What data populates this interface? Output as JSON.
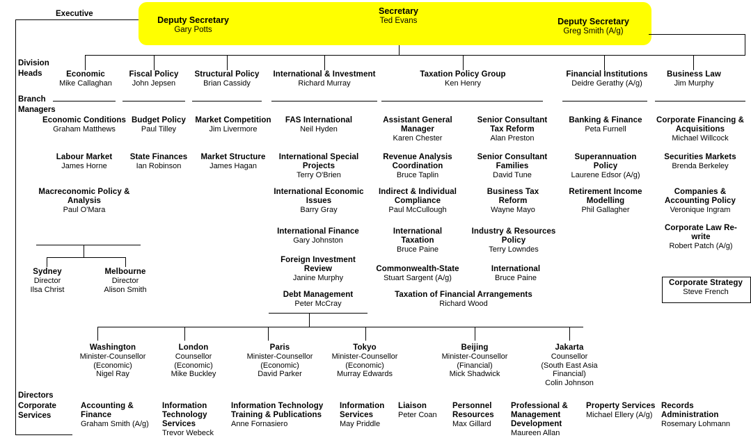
{
  "page": {
    "title": "Department Organisational Chart",
    "accent_color": "#ffff00",
    "line_color": "#000000"
  },
  "rails": {
    "executive": "Executive",
    "division_heads_l1": "Division",
    "division_heads_l2": "Heads",
    "branch_managers_l1": "Branch",
    "branch_managers_l2": "Managers",
    "directors_l1": "Directors",
    "directors_l2": "Corporate",
    "directors_l3": "Services"
  },
  "executive": [
    {
      "title": "Deputy Secretary",
      "name": "Gary Potts"
    },
    {
      "title": "Secretary",
      "name": "Ted Evans"
    },
    {
      "title": "Deputy Secretary",
      "name": "Greg Smith (A/g)"
    }
  ],
  "divisions": [
    {
      "title": "Economic",
      "name": "Mike Callaghan"
    },
    {
      "title": "Fiscal Policy",
      "name": "John Jepsen"
    },
    {
      "title": "Structural Policy",
      "name": "Brian Cassidy"
    },
    {
      "title": "International & Investment",
      "name": "Richard Murray"
    },
    {
      "title": "Taxation Policy Group",
      "name": "Ken Henry"
    },
    {
      "title": "Financial Institutions",
      "name": "Deidre Gerathy (A/g)"
    },
    {
      "title": "Business Law",
      "name": "Jim Murphy"
    }
  ],
  "branches": {
    "economic": [
      {
        "title": "Economic Conditions",
        "name": "Graham Matthews"
      },
      {
        "title": "Labour Market",
        "name": "James Horne"
      },
      {
        "title": "Macreconomic Policy & Analysis",
        "name": "Paul O'Mara"
      }
    ],
    "fiscal_policy": [
      {
        "title": "Budget Policy",
        "name": "Paul Tilley"
      },
      {
        "title": "State Finances",
        "name": "Ian Robinson"
      }
    ],
    "structural_policy": [
      {
        "title": "Market Competition",
        "name": "Jim Livermore"
      },
      {
        "title": "Market Structure",
        "name": "James Hagan"
      }
    ],
    "international_investment": [
      {
        "title": "FAS International",
        "name": "Neil Hyden"
      },
      {
        "title": "International Special Projects",
        "name": "Terry O'Brien"
      },
      {
        "title": "International Economic Issues",
        "name": "Barry Gray"
      },
      {
        "title": "International Finance",
        "name": "Gary Johnston"
      },
      {
        "title": "Foreign Investment Review",
        "name": "Janine Murphy"
      },
      {
        "title": "Debt Management",
        "name": "Peter McCray"
      }
    ],
    "taxation_left": [
      {
        "title": "Assistant General Manager",
        "name": "Karen Chester"
      },
      {
        "title": "Revenue Analysis Coordination",
        "name": "Bruce Taplin"
      },
      {
        "title": "Indirect & Individual Compliance",
        "name": "Paul McCullough"
      },
      {
        "title": "International Taxation",
        "name": "Bruce Paine"
      },
      {
        "title": "Commonwealth-State",
        "name": "Stuart Sargent (A/g)"
      }
    ],
    "taxation_right": [
      {
        "title": "Senior Consultant Tax Reform",
        "name": "Alan Preston"
      },
      {
        "title": "Senior Consultant Families",
        "name": "David Tune"
      },
      {
        "title": "Business Tax Reform",
        "name": "Wayne Mayo"
      },
      {
        "title": "Industry & Resources Policy",
        "name": "Terry Lowndes"
      },
      {
        "title": "International",
        "name": "Bruce Paine"
      }
    ],
    "taxation_wide": [
      {
        "title": "Taxation of Financial Arrangements",
        "name": "Richard Wood"
      }
    ],
    "financial_institutions": [
      {
        "title": "Banking & Finance",
        "name": "Peta Furnell"
      },
      {
        "title": "Superannuation Policy",
        "name": "Laurene Edsor (A/g)"
      },
      {
        "title": "Retirement Income Modelling",
        "name": "Phil Gallagher"
      }
    ],
    "business_law": [
      {
        "title": "Corporate Financing & Acquisitions",
        "name": "Michael Willcock"
      },
      {
        "title": "Securities Markets",
        "name": "Brenda Berkeley"
      },
      {
        "title": "Companies & Accounting Policy",
        "name": "Veronique Ingram"
      },
      {
        "title": "Corporate Law Re-write",
        "name": "Robert Patch (A/g)"
      }
    ]
  },
  "strategy_box": {
    "title": "Corporate Strategy",
    "name": "Steve French"
  },
  "state_offices": [
    {
      "title": "Sydney",
      "role": "Director",
      "name": "Ilsa Christ"
    },
    {
      "title": "Melbourne",
      "role": "Director",
      "name": "Alison Smith"
    }
  ],
  "overseas_posts": [
    {
      "title": "Washington",
      "role": "Minister-Counsellor",
      "scope": "(Economic)",
      "name": "Nigel Ray"
    },
    {
      "title": "London",
      "role": "Counsellor",
      "scope": "(Economic)",
      "name": "Mike Buckley"
    },
    {
      "title": "Paris",
      "role": "Minister-Counsellor",
      "scope": "(Economic)",
      "name": "David Parker"
    },
    {
      "title": "Tokyo",
      "role": "Minister-Counsellor",
      "scope": "(Economic)",
      "name": "Murray Edwards"
    },
    {
      "title": "Beijing",
      "role": "Minister-Counsellor",
      "scope": "(Financial)",
      "name": "Mick Shadwick"
    },
    {
      "title": "Jakarta",
      "role": "Counsellor",
      "scope": "(South East Asia Financial)",
      "name": "Colin Johnson"
    }
  ],
  "corporate_services": [
    {
      "title": "Accounting & Finance",
      "name": "Graham Smith (A/g)"
    },
    {
      "title": "Information Technology Services",
      "name": "Trevor Webeck"
    },
    {
      "title": "Information Technology Training & Publications",
      "name": "Anne Fornasiero"
    },
    {
      "title": "Information Services",
      "name": "May Priddle"
    },
    {
      "title": "Liaison",
      "name": "Peter Coan"
    },
    {
      "title": "Personnel Resources",
      "name": "Max Gillard"
    },
    {
      "title": "Professional & Management Development",
      "name": "Maureen Allan"
    },
    {
      "title": "Property Services",
      "name": "Michael Ellery (A/g)"
    },
    {
      "title": "Records Administration",
      "name": "Rosemary Lohmann"
    }
  ]
}
